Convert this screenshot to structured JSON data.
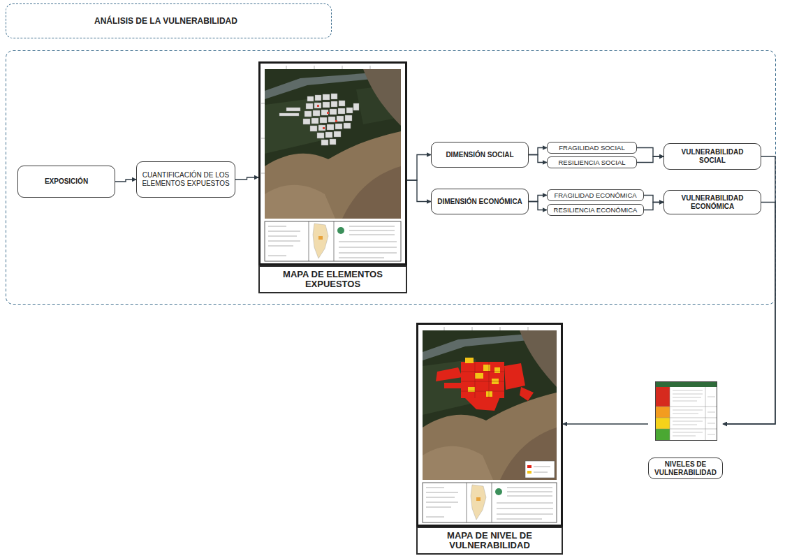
{
  "diagram": {
    "title": "ANÁLISIS DE LA VULNERABILIDAD",
    "nodes": [
      {
        "text": [
          "EXPOSICIÓN"
        ]
      },
      {
        "text": [
          "CUANTIFICACIÓN DE LOS ELEMENTOS EXPUESTOS"
        ]
      },
      {
        "text": [
          "MAPA DE ELEMENTOS EXPUESTOS"
        ]
      },
      {
        "text": [
          "DIMENSIÓN SOCIAL"
        ]
      },
      {
        "text": [
          "FRAGILIDAD SOCIAL"
        ]
      },
      {
        "text": [
          "RESILIENCIA SOCIAL"
        ]
      },
      {
        "text": [
          "VULNERABILIDAD SOCIAL"
        ]
      },
      {
        "text": [
          "DIMENSIÓN ECONÓMICA"
        ]
      },
      {
        "text": [
          "FRAGILIDAD ECONÓMICA"
        ]
      },
      {
        "text": [
          "RESILIENCIA ECONÓMICA"
        ]
      },
      {
        "text": [
          "VULNERABILIDAD ECONÓMICA"
        ]
      },
      {
        "text": [
          "NIVELES DE VULNERABILIDAD"
        ]
      },
      {
        "text": [
          "MAPA DE NIVEL DE VULNERABILIDAD"
        ]
      }
    ],
    "edges": [
      {
        "from": 0,
        "to": 1,
        "arrow": "to"
      },
      {
        "from": 1,
        "to": 2,
        "arrow": "to"
      },
      {
        "from": 2,
        "to": 3,
        "arrow": "to"
      },
      {
        "from": 2,
        "to": 7,
        "arrow": "to"
      },
      {
        "from": 3,
        "to": 4,
        "arrow": "to"
      },
      {
        "from": 3,
        "to": 5,
        "arrow": "to"
      },
      {
        "from": 4,
        "to": 6,
        "arrow": "to"
      },
      {
        "from": 5,
        "to": 6,
        "arrow": "to"
      },
      {
        "from": 7,
        "to": 8,
        "arrow": "to"
      },
      {
        "from": 7,
        "to": 9,
        "arrow": "to"
      },
      {
        "from": 8,
        "to": 10,
        "arrow": "to"
      },
      {
        "from": 9,
        "to": 10,
        "arrow": "to"
      },
      {
        "from": 6,
        "to": 11,
        "arrow": "to"
      },
      {
        "from": 10,
        "to": 11,
        "arrow": "to"
      },
      {
        "from": 11,
        "to": 12,
        "arrow": "to"
      }
    ]
  }
}
